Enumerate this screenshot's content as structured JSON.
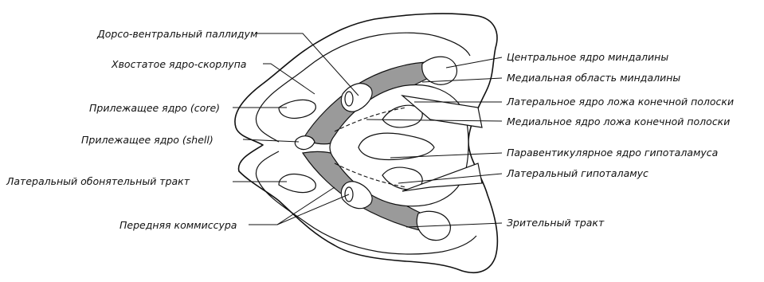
{
  "labels": {
    "dorso_ventral_pallidum": "Дорсо-вентральный паллидум",
    "caudate_putamen": "Хвостатое ядро-скорлупа",
    "accumbens_core": "Прилежащее ядро (core)",
    "accumbens_shell": "Прилежащее ядро (shell)",
    "lateral_olfactory_tract": "Латеральный обонятельный тракт",
    "anterior_commissure": "Передняя коммиссура",
    "central_amygdala": "Центральное ядро миндалины",
    "medial_amygdala": "Медиальная область миндалины",
    "lateral_bnst": "Латеральное ядро ложа конечной полоски",
    "medial_bnst": "Медиальное ядро ложа конечной полоски",
    "paraventricular_hypothalamus": "Паравентикулярное ядро гипоталамуса",
    "lateral_hypothalamus": "Латеральный гипоталамус",
    "optic_tract": "Зрительный тракт"
  }
}
